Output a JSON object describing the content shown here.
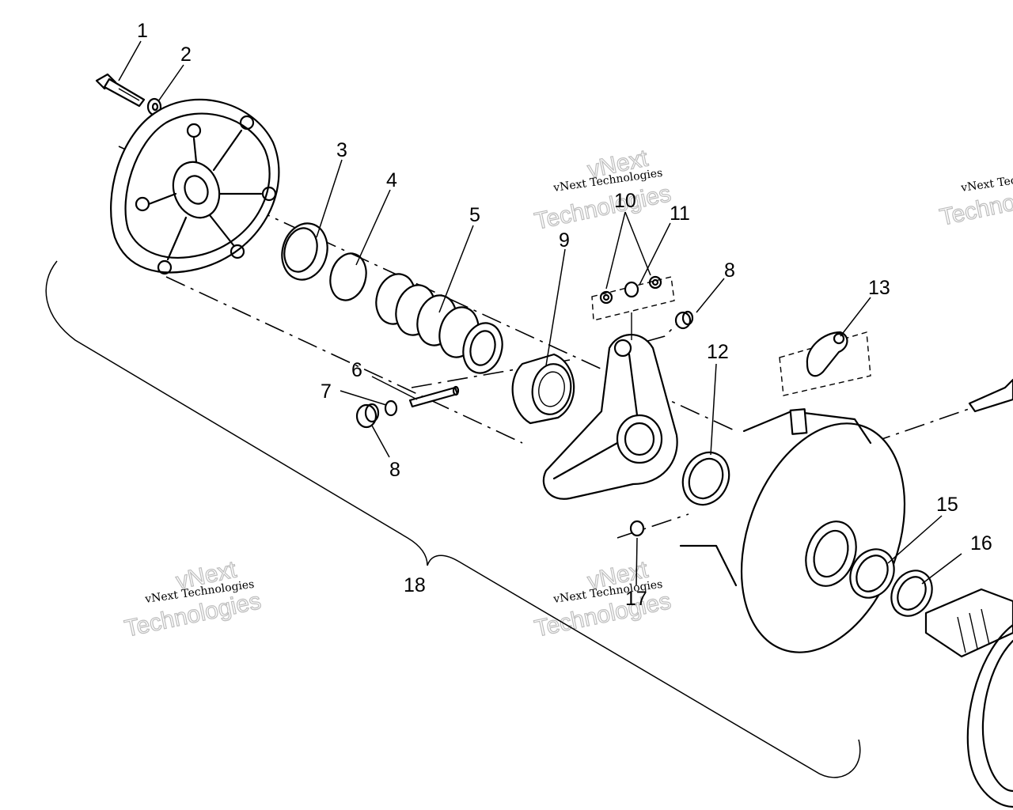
{
  "callouts": [
    {
      "id": "c1",
      "label": "1"
    },
    {
      "id": "c2",
      "label": "2"
    },
    {
      "id": "c3",
      "label": "3"
    },
    {
      "id": "c4",
      "label": "4"
    },
    {
      "id": "c5",
      "label": "5"
    },
    {
      "id": "c6",
      "label": "6"
    },
    {
      "id": "c7",
      "label": "7"
    },
    {
      "id": "c8a",
      "label": "8"
    },
    {
      "id": "c8b",
      "label": "8"
    },
    {
      "id": "c9",
      "label": "9"
    },
    {
      "id": "c10",
      "label": "10"
    },
    {
      "id": "c11",
      "label": "11"
    },
    {
      "id": "c12",
      "label": "12"
    },
    {
      "id": "c13",
      "label": "13"
    },
    {
      "id": "c15",
      "label": "15"
    },
    {
      "id": "c16",
      "label": "16"
    },
    {
      "id": "c17",
      "label": "17"
    },
    {
      "id": "c18",
      "label": "18"
    }
  ],
  "watermark": {
    "line1": "vNext Technologies",
    "line2": "Technologies",
    "line3": "vNext",
    "line4": "Technol"
  }
}
